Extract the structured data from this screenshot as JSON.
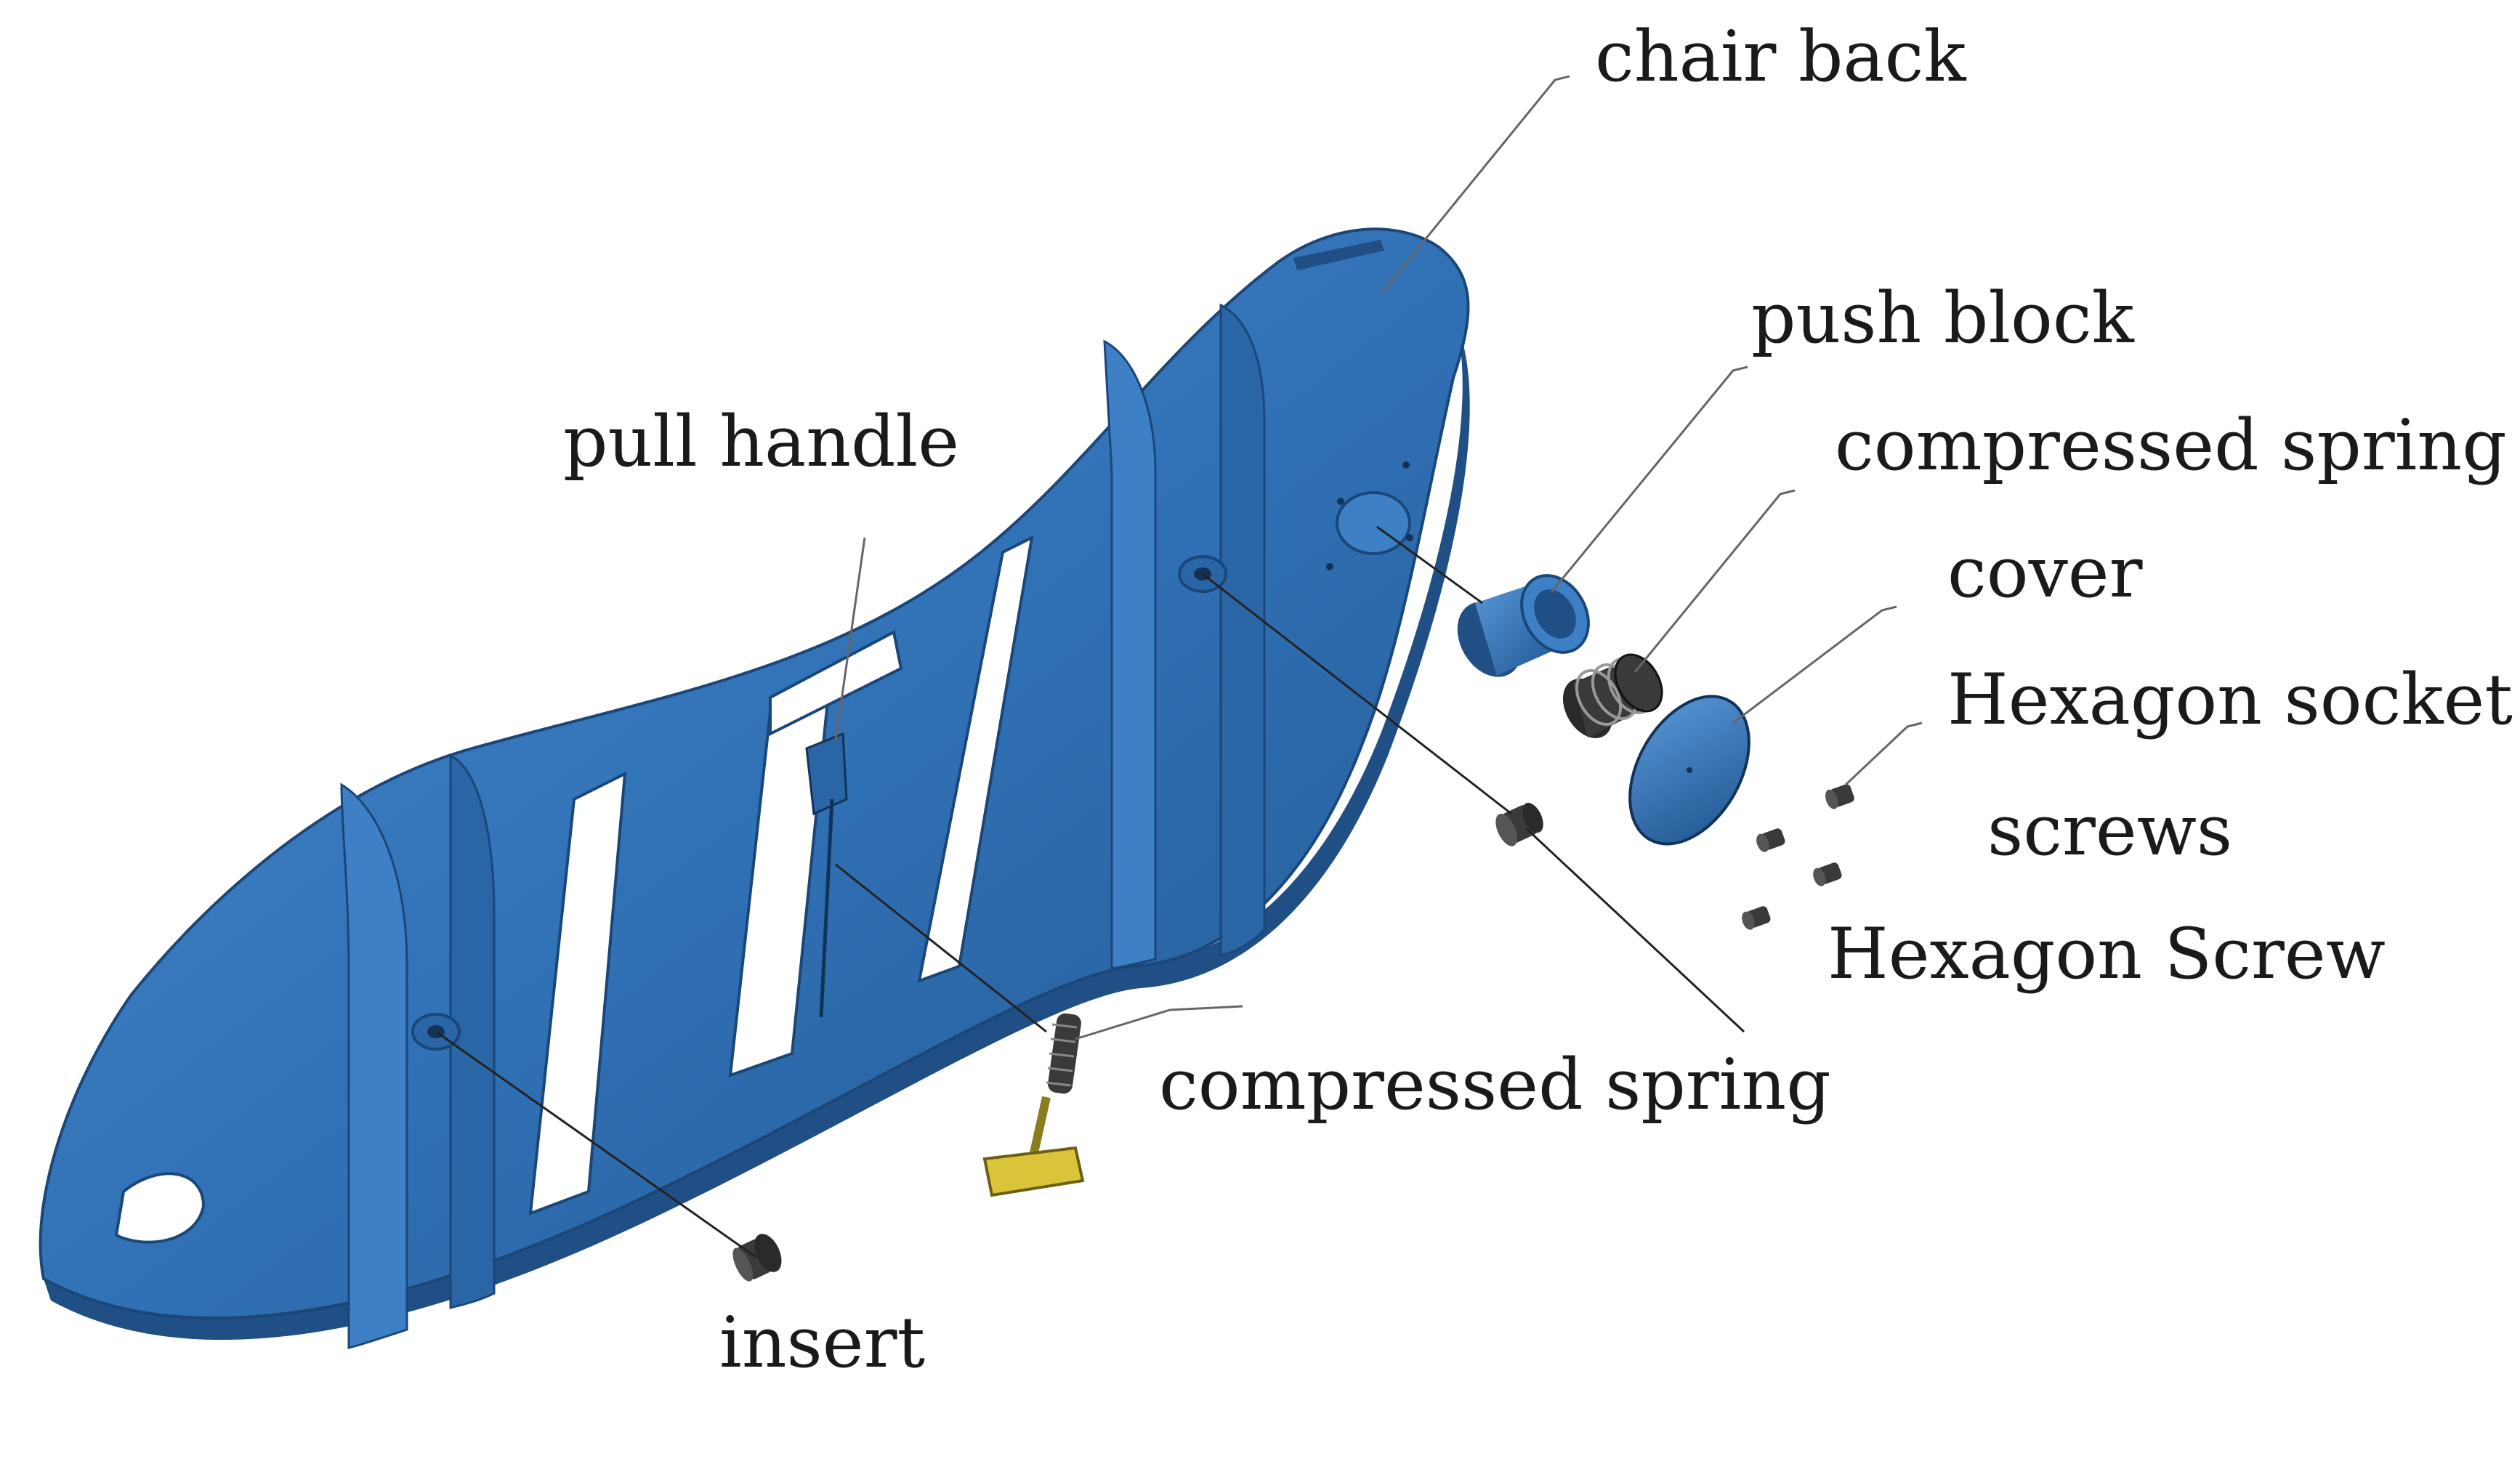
{
  "labels": {
    "chair_back": "chair back",
    "push_block": "push block",
    "compressed_spring_right": "compressed spring",
    "cover": "cover",
    "hex_socket_line1": "Hexagon socket",
    "hex_socket_line2": "screws",
    "hexagon_screw": "Hexagon Screw",
    "pull_handle": "pull handle",
    "compressed_spring_bottom": "compressed spring",
    "insert": "insert"
  },
  "colors": {
    "chair_fill": "#2f6fb3",
    "chair_highlight": "#4b8bd0",
    "chair_shadow": "#1f4f85",
    "metal": "#3a3a3a",
    "handle_yellow": "#d9c43a",
    "leader_line": "#666666",
    "text": "#1a1a1a"
  }
}
